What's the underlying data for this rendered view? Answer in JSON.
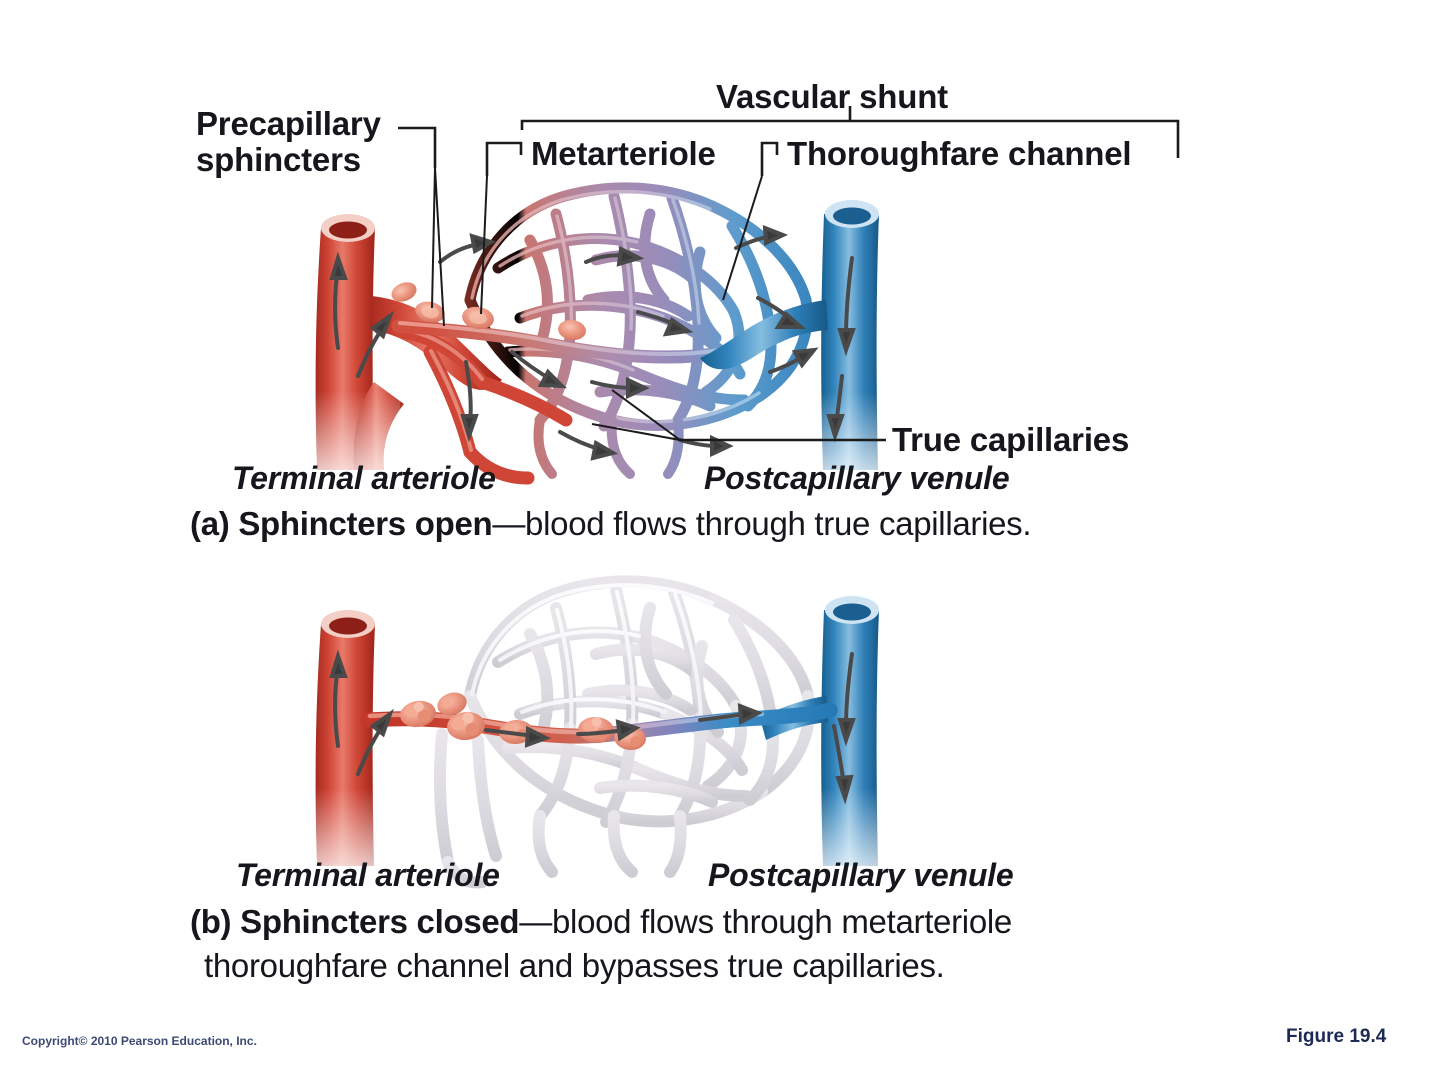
{
  "figure": {
    "number": "Figure 19.4",
    "copyright": "Copyright© 2010 Pearson Education, Inc."
  },
  "labels": {
    "precapillary_sphincters_line1": "Precapillary",
    "precapillary_sphincters_line2": "sphincters",
    "vascular_shunt": "Vascular shunt",
    "metarteriole": "Metarteriole",
    "thoroughfare_channel": "Thoroughfare channel",
    "true_capillaries": "True capillaries",
    "terminal_arteriole_a": "Terminal arteriole",
    "postcapillary_venule_a": "Postcapillary venule",
    "terminal_arteriole_b": "Terminal arteriole",
    "postcapillary_venule_b": "Postcapillary venule"
  },
  "panels": [
    {
      "id": "a",
      "marker": "(a)",
      "state": "Sphincters open",
      "caption_rest": "—blood flows through true capillaries.",
      "caption_line2": "",
      "state_description": "Capillary bed perfused; true capillaries carry blood from red arteriole through purple transition to blue venule."
    },
    {
      "id": "b",
      "marker": "(b)",
      "state": "Sphincters closed",
      "caption_rest": "—blood flows through metarteriole",
      "caption_line2": "thoroughfare channel and bypasses true capillaries.",
      "state_description": "True capillaries pale and unperfused; only the metarteriole thoroughfare channel carries blood."
    }
  ],
  "colors": {
    "artery_dark": "#b32b22",
    "artery_mid": "#d4503f",
    "artery_light": "#ea9183",
    "vein_dark": "#1f6fae",
    "vein_mid": "#3d8cc4",
    "vein_light": "#8cc0e2",
    "capillary_purple": "#9a8ab4",
    "capillary_mauve": "#b295b4",
    "closed_capillary": "#e3e1e5",
    "sphincter": "#e9917e",
    "leader": "#1b1b1b",
    "text": "#16161c",
    "background": "#ffffff"
  },
  "leaders": {
    "shunt_bracket": "spans metarteriole through thoroughfare channel",
    "sphincter_targets": 2,
    "true_capillary_targets": 2
  }
}
